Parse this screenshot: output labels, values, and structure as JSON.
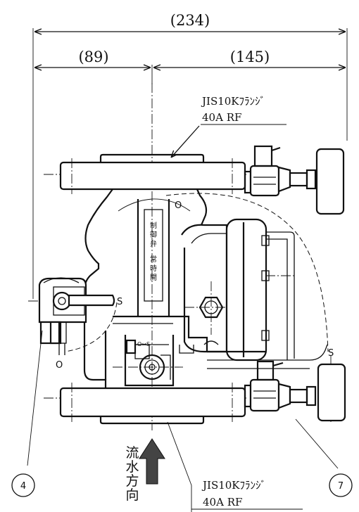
{
  "dimensions": {
    "overall": "(234)",
    "left": "(89)",
    "right": "(145)"
  },
  "flange_top": {
    "line1": "JIS10Kﾌﾗﾝｼﾞ",
    "line2": "40A RF"
  },
  "flange_bottom": {
    "line1": "JIS10Kﾌﾗﾝｼﾞ",
    "line2": "40A RF"
  },
  "valve_label": {
    "chars": [
      "制",
      "御",
      "弁",
      "",
      "常",
      "時",
      "開"
    ]
  },
  "flow_direction": {
    "chars": [
      "流",
      "水",
      "方",
      "向"
    ]
  },
  "position_marks": {
    "open_top": "O",
    "shut_left": "S",
    "open_left": "O",
    "shut_right": "S",
    "indicator": "O↔S"
  },
  "callouts": {
    "left": "4",
    "right": "7"
  }
}
